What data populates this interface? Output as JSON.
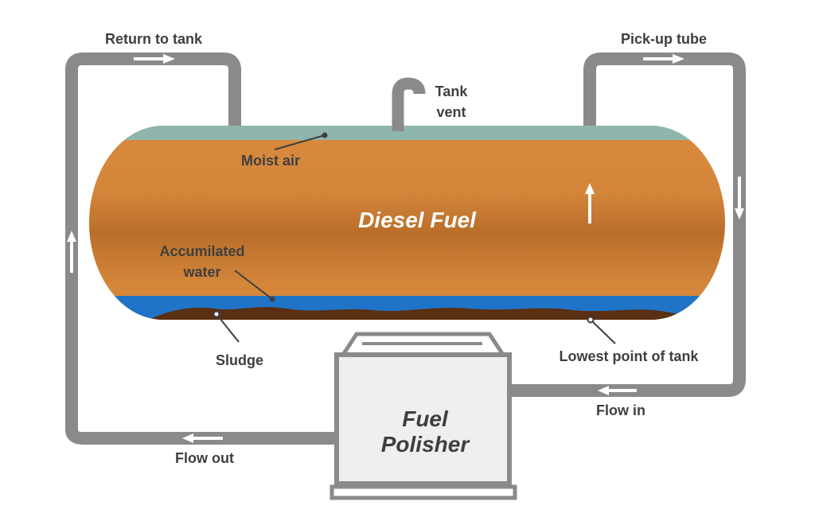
{
  "labels": {
    "return_to_tank": "Return to tank",
    "pickup_tube": "Pick-up tube",
    "tank_vent_line1": "Tank",
    "tank_vent_line2": "vent",
    "moist_air": "Moist air",
    "diesel_fuel": "Diesel Fuel",
    "accumulated_water_line1": "Accumilated",
    "accumulated_water_line2": "water",
    "sludge": "Sludge",
    "lowest_point": "Lowest point of tank",
    "flow_in": "Flow in",
    "flow_out": "Flow out",
    "polisher_line1": "Fuel",
    "polisher_line2": "Polisher"
  },
  "colors": {
    "pipe": "#8a8a8a",
    "pipe_highlight": "#b3b3b3",
    "fuel": "#d4863a",
    "fuel_dark": "#b96e2a",
    "air": "#8fb6ae",
    "water": "#1f74c7",
    "sludge": "#5a2f12",
    "label_text": "#3f3f3f",
    "polisher_fill": "#efefef"
  }
}
